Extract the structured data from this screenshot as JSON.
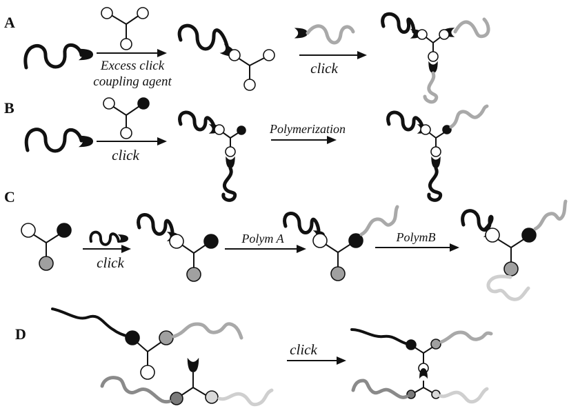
{
  "panels": {
    "a": {
      "label": "A",
      "reaction_label_line1": "Excess click",
      "reaction_label_line2": "coupling agent",
      "second_label": "click"
    },
    "b": {
      "label": "B",
      "reaction_label": "click",
      "second_label": "Polymerization"
    },
    "c": {
      "label": "C",
      "reaction_label": "click",
      "second_label": "Polym A",
      "third_label": "PolymB"
    },
    "d": {
      "label": "D",
      "reaction_label": "click"
    }
  },
  "colors": {
    "black_chain": "#111111",
    "gray_chain": "#a9a9a9",
    "mid_gray_chain": "#8a8a8a",
    "light_gray_chain": "#cfcfcf",
    "white_bead": "#ffffff",
    "black_bead": "#111111",
    "gray_bead": "#a0a0a0",
    "dark_gray_bead": "#7a7a7a",
    "light_bead": "#d9d9d9"
  }
}
